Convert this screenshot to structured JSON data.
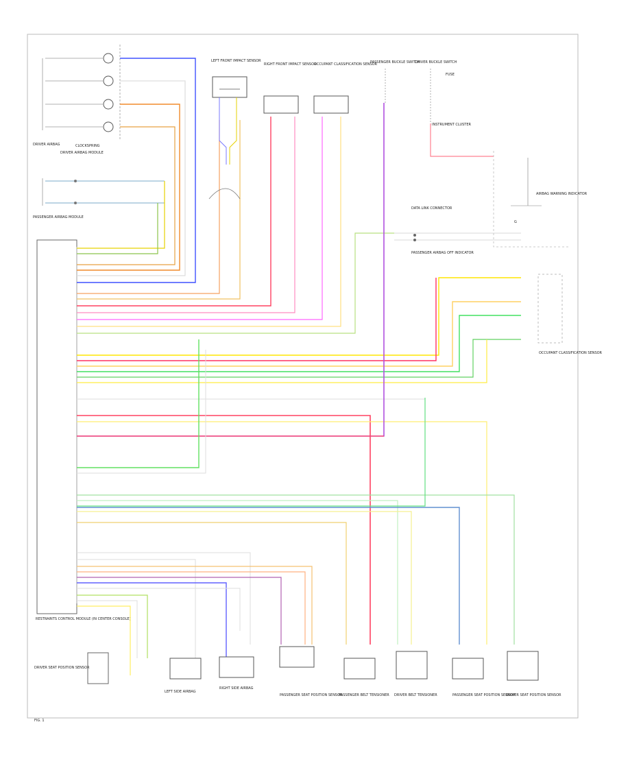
{
  "diagram": {
    "labels": {
      "clockspring_title": "DRIVER AIRBAG",
      "clockspring_sub": "CLOCKSPRING",
      "driver_airbag": "DRIVER AIRBAG MODULE",
      "passenger_airbag": "PASSENGER AIRBAG MODULE",
      "srs_module": "RESTRAINTS CONTROL MODULE (IN CENTER CONSOLE)",
      "left_front_sensor": "LEFT FRONT IMPACT SENSOR",
      "right_front_sensor": "RIGHT FRONT IMPACT SENSOR",
      "occupant_sensor": "OCCUPANT CLASSIFICATION SENSOR",
      "passenger_belt_tensioner": "PASSENGER BELT TENSIONER",
      "driver_belt_tensioner": "DRIVER BELT TENSIONER",
      "passenger_seat_pos": "PASSENGER SEAT POSITION SENSOR",
      "driver_seat_pos": "DRIVER SEAT POSITION SENSOR",
      "left_side_airbag": "LEFT SIDE AIRBAG",
      "right_side_airbag": "RIGHT SIDE AIRBAG",
      "passenger_buckle": "PASSENGER BUCKLE SWITCH",
      "driver_buckle": "DRIVER BUCKLE SWITCH",
      "data_link": "DATA LINK CONNECTOR",
      "instrument_cluster": "INSTRUMENT CLUSTER",
      "airbag_lamp": "AIRBAG WARNING INDICATOR",
      "fuse": "FUSE",
      "pass_airbag_off": "PASSENGER AIRBAG OFF INDICATOR",
      "ground": "G",
      "footer": "FIG. 1"
    }
  }
}
